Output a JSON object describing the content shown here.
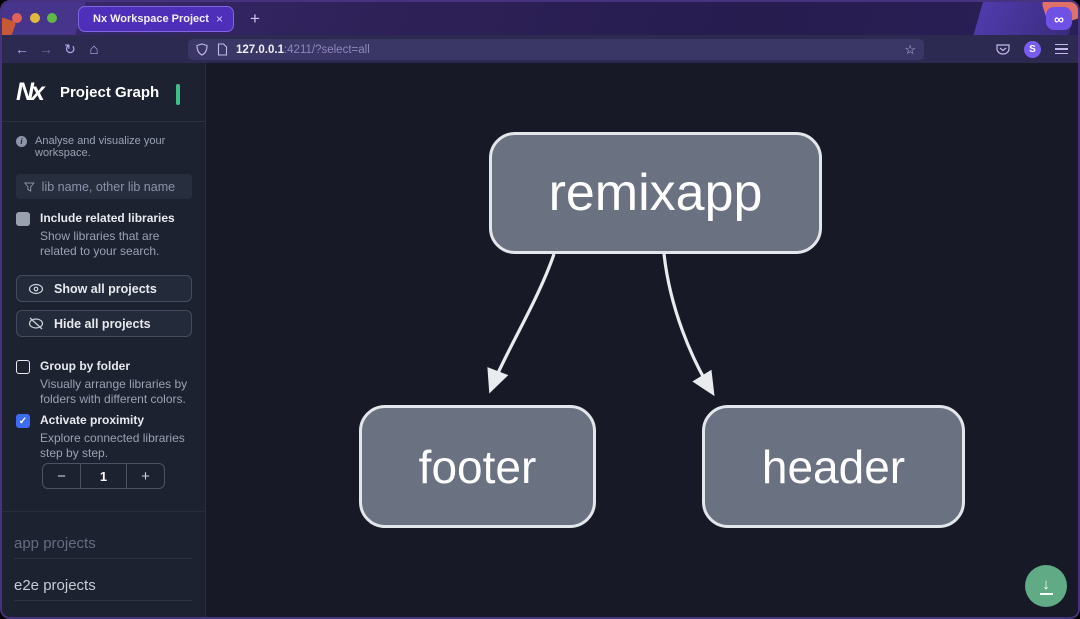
{
  "browser": {
    "tab_title": "Nx Workspace Project Graph",
    "url_host": "127.0.0.1",
    "url_rest": ":4211/?select=all",
    "avatar_letter": "S"
  },
  "icons": {
    "close": "×",
    "new_tab": "+",
    "back": "←",
    "forward": "→",
    "reload": "↻",
    "home": "⌂",
    "star": "☆",
    "infinity": "∞",
    "info": "i",
    "check": "✓",
    "download_arrow": "↓"
  },
  "sidebar": {
    "logo_text": "Nx",
    "title": "Project Graph",
    "tagline": "Analyse and visualize your workspace.",
    "search_placeholder": "lib name, other lib name",
    "buttons": [
      {
        "label": "Show all projects"
      },
      {
        "label": "Hide all projects"
      }
    ],
    "checkboxes": [
      {
        "label": "Include related libraries",
        "description": "Show libraries that are related to your search.",
        "checked": false
      },
      {
        "label": "Group by folder",
        "description": "Visually arrange libraries by folders with different colors.",
        "checked": false
      },
      {
        "label": "Activate proximity",
        "description": "Explore connected libraries step by step.",
        "checked": true
      }
    ],
    "stepper": {
      "decrement": "−",
      "value": "1",
      "increment": "+"
    },
    "sections": [
      {
        "label": "app projects"
      },
      {
        "label": "e2e projects"
      }
    ]
  },
  "graph": {
    "nodes": [
      {
        "id": "remixapp",
        "label": "remixapp"
      },
      {
        "id": "footer",
        "label": "footer"
      },
      {
        "id": "header",
        "label": "header"
      }
    ],
    "edges": [
      {
        "from": "remixapp",
        "to": "footer"
      },
      {
        "from": "remixapp",
        "to": "header"
      }
    ]
  },
  "colors": {
    "canvas_bg": "#171a26",
    "sidebar_bg": "#1d2231",
    "node_fill": "#6a7180",
    "node_border": "#e3e6ea",
    "accent_checkbox": "#3d6cf0",
    "download_button": "#60ab86",
    "monitor_icon": "#3fbf8a",
    "tab_purple": "#4e2fba"
  }
}
